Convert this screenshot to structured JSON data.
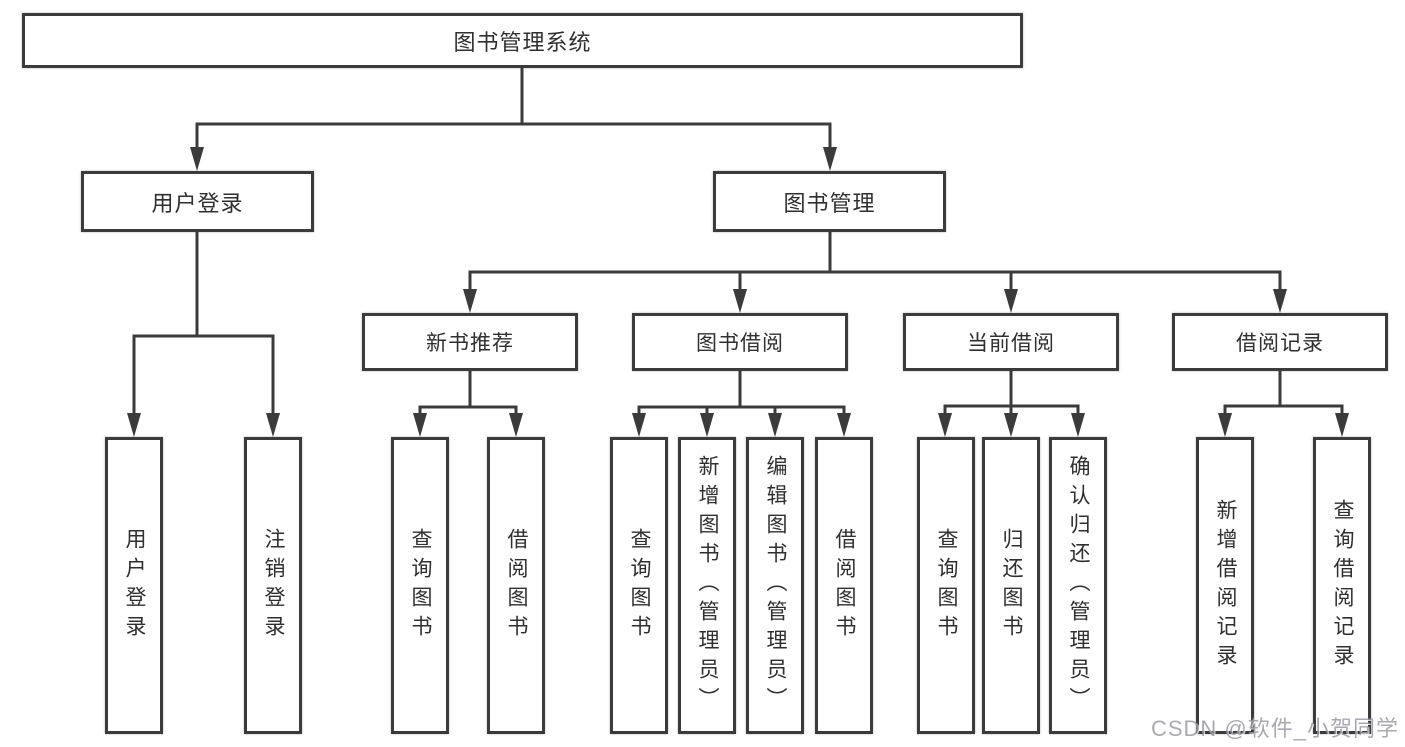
{
  "colors": {
    "background": "#ffffff",
    "line": "#3b3b3b",
    "text": "#2f2f2f",
    "watermark": "#9b9ba3"
  },
  "diagram": {
    "root": {
      "label": "图书管理系统"
    },
    "level2": [
      {
        "id": "user-login",
        "label": "用户登录"
      },
      {
        "id": "book-management",
        "label": "图书管理"
      }
    ],
    "level3": [
      {
        "id": "new-book-recommend",
        "parent": "book-management",
        "label": "新书推荐"
      },
      {
        "id": "book-borrow",
        "parent": "book-management",
        "label": "图书借阅"
      },
      {
        "id": "current-borrow",
        "parent": "book-management",
        "label": "当前借阅"
      },
      {
        "id": "borrow-records",
        "parent": "book-management",
        "label": "借阅记录"
      }
    ],
    "leaves": [
      {
        "parent": "user-login",
        "label": "用户登录"
      },
      {
        "parent": "user-login",
        "label": "注销登录"
      },
      {
        "parent": "new-book-recommend",
        "label": "查询图书"
      },
      {
        "parent": "new-book-recommend",
        "label": "借阅图书"
      },
      {
        "parent": "book-borrow",
        "label": "查询图书"
      },
      {
        "parent": "book-borrow",
        "label": "新增图书（管理员）"
      },
      {
        "parent": "book-borrow",
        "label": "编辑图书（管理员）"
      },
      {
        "parent": "book-borrow",
        "label": "借阅图书"
      },
      {
        "parent": "current-borrow",
        "label": "查询图书"
      },
      {
        "parent": "current-borrow",
        "label": "归还图书"
      },
      {
        "parent": "current-borrow",
        "label": "确认归还（管理员）"
      },
      {
        "parent": "borrow-records",
        "label": "新增借阅记录"
      },
      {
        "parent": "borrow-records",
        "label": "查询借阅记录"
      }
    ]
  },
  "watermark": {
    "text": "CSDN @软件_小贺同学"
  }
}
